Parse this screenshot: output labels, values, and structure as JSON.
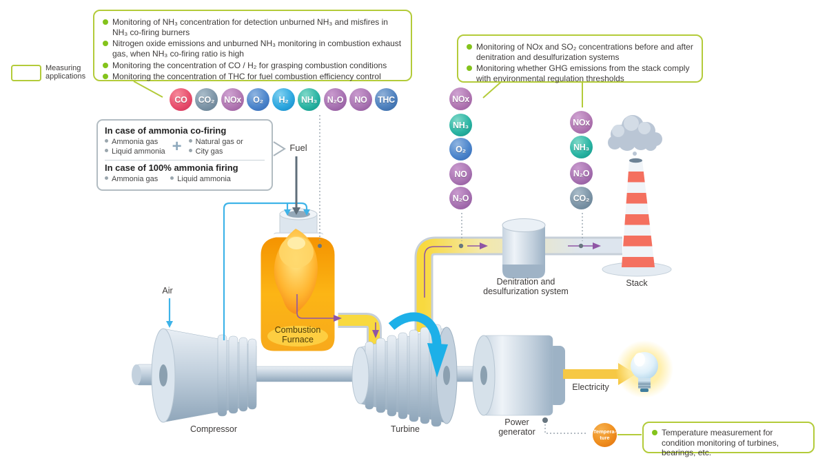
{
  "legend": {
    "label": "Measuring applications"
  },
  "callout_top_left": {
    "items": [
      "Monitoring of NH₃ concentration for detection unburned NH₃ and misfires in NH₃ co-firing burners",
      "Nitrogen oxide emissions and unburned NH₃ monitoring in combustion exhaust gas, when NH₃ co-firing ratio is high",
      "Monitoring the concentration of CO / H₂ for grasping combustion conditions",
      "Monitoring the concentration of THC for fuel combustion efficiency control"
    ]
  },
  "callout_top_right": {
    "items": [
      "Monitoring of NOx and SO₂ concentrations before and after denitration and desulfurization systems",
      "Monitoring whether GHG emissions from the stack comply with environmental regulation thresholds"
    ]
  },
  "callout_temperature": {
    "items": [
      "Temperature measurement for condition monitoring of turbines, bearings, etc."
    ]
  },
  "gas_badges_row": [
    {
      "label": "CO",
      "hi": "#f58a9b",
      "base": "#e84f6d",
      "lo": "#cf2c55"
    },
    {
      "label": "CO₂",
      "hi": "#a9bcc9",
      "base": "#7d95a7",
      "lo": "#5f7a8e"
    },
    {
      "label": "NOx",
      "hi": "#cfa3d2",
      "base": "#b279b3",
      "lo": "#95549a"
    },
    {
      "label": "O₂",
      "hi": "#8fb4e0",
      "base": "#4d86cc",
      "lo": "#2f64b0"
    },
    {
      "label": "H₂",
      "hi": "#7fd0f0",
      "base": "#2fa8e0",
      "lo": "#0e86c4"
    },
    {
      "label": "NH₃",
      "hi": "#7fd8c8",
      "base": "#2cb5a4",
      "lo": "#0b9184"
    },
    {
      "label": "N₂O",
      "hi": "#c99ace",
      "base": "#a873b2",
      "lo": "#8a4f96"
    },
    {
      "label": "NO",
      "hi": "#c99ace",
      "base": "#ab77b4",
      "lo": "#8a4f96"
    },
    {
      "label": "THC",
      "hi": "#8fb0d8",
      "base": "#4f82bf",
      "lo": "#30619f"
    }
  ],
  "gas_column_before": [
    {
      "label": "NOx",
      "hi": "#cfa3d2",
      "base": "#b279b3",
      "lo": "#95549a"
    },
    {
      "label": "NH₃",
      "hi": "#7fd8c8",
      "base": "#2cb5a4",
      "lo": "#0b9184"
    },
    {
      "label": "O₂",
      "hi": "#8fb4e0",
      "base": "#4d86cc",
      "lo": "#2f64b0"
    },
    {
      "label": "NO",
      "hi": "#c99ace",
      "base": "#ab77b4",
      "lo": "#8a4f96"
    },
    {
      "label": "N₂O",
      "hi": "#c99ace",
      "base": "#a873b2",
      "lo": "#8a4f96"
    }
  ],
  "gas_column_after": [
    {
      "label": "NOx",
      "hi": "#cfa3d2",
      "base": "#b279b3",
      "lo": "#95549a"
    },
    {
      "label": "NH₃",
      "hi": "#7fd8c8",
      "base": "#2cb5a4",
      "lo": "#0b9184"
    },
    {
      "label": "N₂O",
      "hi": "#c99ace",
      "base": "#a873b2",
      "lo": "#8a4f96"
    },
    {
      "label": "CO₂",
      "hi": "#a9bcc9",
      "base": "#7d95a7",
      "lo": "#5f7a8e"
    }
  ],
  "fuel_box": {
    "heading_cofiring": "In case of ammonia co-firing",
    "cofiring_left": [
      "Ammonia gas",
      "Liquid ammonia"
    ],
    "plus": "+",
    "cofiring_right": [
      "Natural gas or",
      "City gas"
    ],
    "heading_full": "In case of 100% ammonia firing",
    "full_items": [
      "Ammonia gas",
      "Liquid ammonia"
    ]
  },
  "labels": {
    "fuel": "Fuel",
    "air": "Air",
    "combustion_furnace": "Combustion Furnace",
    "compressor": "Compressor",
    "turbine": "Turbine",
    "power_generator": "Power generator",
    "electricity": "Electricity",
    "denitration": "Denitration and desulfurization system",
    "stack": "Stack"
  },
  "temperature_badge": {
    "label": "Tempera-\nture"
  },
  "colors": {
    "accent_green": "#b3cb39",
    "bullet_green": "#84c31c",
    "arrow_cyan": "#3eb3e8",
    "arrow_purple": "#8f55a5",
    "pipe_yellow": "#f8d93f",
    "electricity_yellow": "#f6c844",
    "temperature_orange": "#ef8f1f"
  }
}
